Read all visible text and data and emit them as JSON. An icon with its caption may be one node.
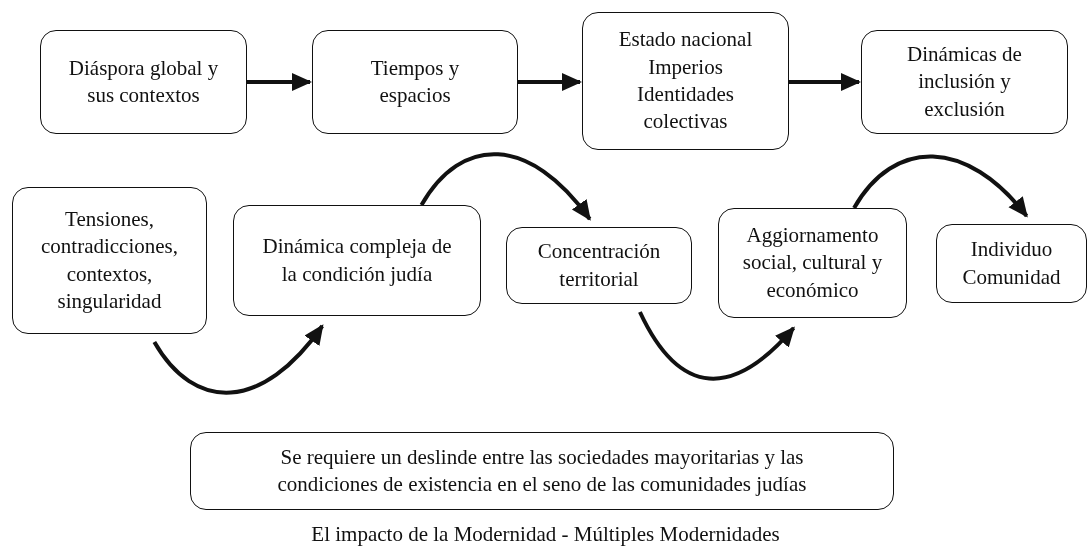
{
  "diagram": {
    "caption": "El impacto de la Modernidad - Múltiples Modernidades",
    "nodes": [
      {
        "text": [
          "Diáspora global y sus contextos"
        ]
      },
      {
        "text": [
          "Tiempos y espacios"
        ]
      },
      {
        "text": [
          "Estado nacional",
          "Imperios",
          "Identidades colectivas"
        ]
      },
      {
        "text": [
          "Dinámicas de inclusión y exclusión"
        ]
      },
      {
        "text": [
          "Tensiones, contradicciones, contextos, singularidad"
        ]
      },
      {
        "text": [
          "Dinámica compleja de la condición judía"
        ]
      },
      {
        "text": [
          "Concentración territorial"
        ]
      },
      {
        "text": [
          "Aggiornamento social, cultural y económico"
        ]
      },
      {
        "text": [
          "Individuo",
          "Comunidad"
        ]
      },
      {
        "text": [
          "Se requiere un deslinde entre las sociedades mayoritarias y las condiciones de existencia en el seno de las comunidades judías"
        ]
      }
    ],
    "edges": [
      {
        "from": 0,
        "to": 1,
        "arrow": "to"
      },
      {
        "from": 1,
        "to": 2,
        "arrow": "to"
      },
      {
        "from": 2,
        "to": 3,
        "arrow": "to"
      },
      {
        "from": 4,
        "to": 5,
        "arrow": "to"
      },
      {
        "from": 5,
        "to": 6,
        "arrow": "to"
      },
      {
        "from": 6,
        "to": 7,
        "arrow": "to"
      },
      {
        "from": 7,
        "to": 8,
        "arrow": "to"
      }
    ]
  }
}
